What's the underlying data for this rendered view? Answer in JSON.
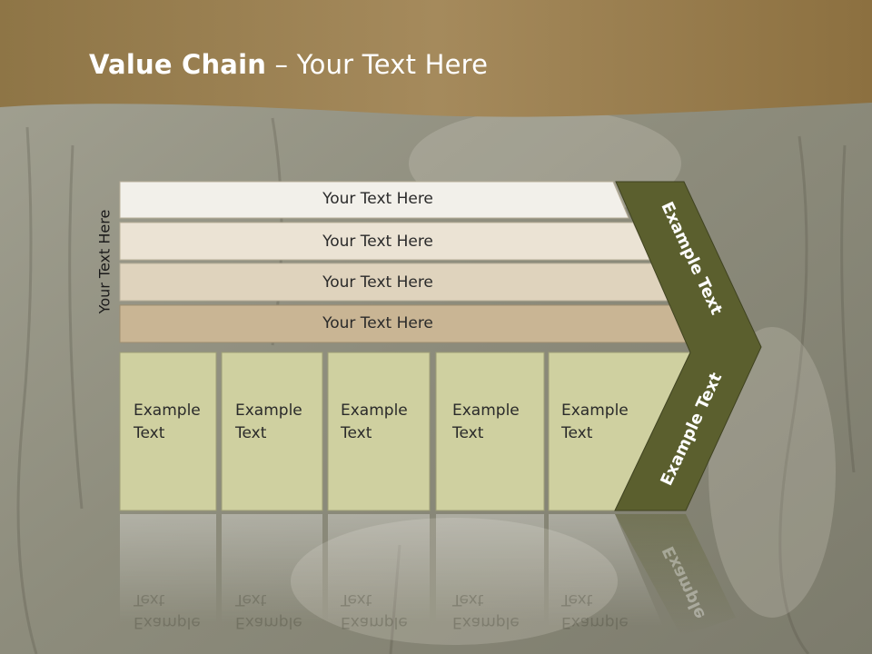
{
  "title": {
    "bold": "Value Chain",
    "rest": " – Your Text Here"
  },
  "vertical_label": "Your Text Here",
  "support_bars": [
    "Your Text Here",
    "Your Text Here",
    "Your Text Here",
    "Your Text Here"
  ],
  "primary_cells": [
    {
      "line1": "Example",
      "line2": "Text"
    },
    {
      "line1": "Example",
      "line2": "Text"
    },
    {
      "line1": "Example",
      "line2": "Text"
    },
    {
      "line1": "Example",
      "line2": "Text"
    },
    {
      "line1": "Example",
      "line2": "Text"
    }
  ],
  "chevron_labels": {
    "upper": "Example Text",
    "lower": "Example Text"
  },
  "colors": {
    "header": "#9c7e4f",
    "bar1": "#f2f0ea",
    "bar2": "#ebe3d4",
    "bar3": "#dfd3bd",
    "bar4": "#c9b594",
    "cell": "#cfd0a0",
    "chevron": "#5b5f2e"
  }
}
